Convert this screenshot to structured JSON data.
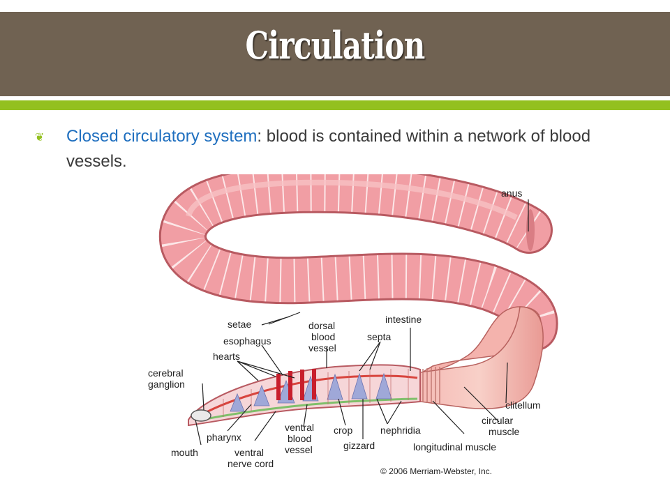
{
  "title": "Circulation",
  "bullet": {
    "icon": "flourish-bullet-icon",
    "term": "Closed circulatory system",
    "text": ": blood is contained within a network of blood vessels."
  },
  "diagram": {
    "labels": {
      "anus": "anus",
      "setae": "setae",
      "intestine": "intestine",
      "dorsal1": "dorsal",
      "dorsal2": "blood",
      "dorsal3": "vessel",
      "septa": "septa",
      "esophagus": "esophagus",
      "hearts": "hearts",
      "cerebral1": "cerebral",
      "cerebral2": "ganglion",
      "clitellum": "clitellum",
      "circular1": "circular",
      "circular2": "muscle",
      "pharynx": "pharynx",
      "ventral_vessel1": "ventral",
      "ventral_vessel2": "blood",
      "ventral_vessel3": "vessel",
      "crop": "crop",
      "nephridia": "nephridia",
      "mouth": "mouth",
      "ventral_nerve1": "ventral",
      "ventral_nerve2": "nerve cord",
      "gizzard": "gizzard",
      "longitudinal": "longitudinal muscle"
    },
    "copyright": "© 2006 Merriam-Webster, Inc."
  },
  "colors": {
    "title_bar": "#706252",
    "accent_green": "#93c01f",
    "term_blue": "#1f6fbf",
    "worm_pink": "#f0a0a4"
  }
}
